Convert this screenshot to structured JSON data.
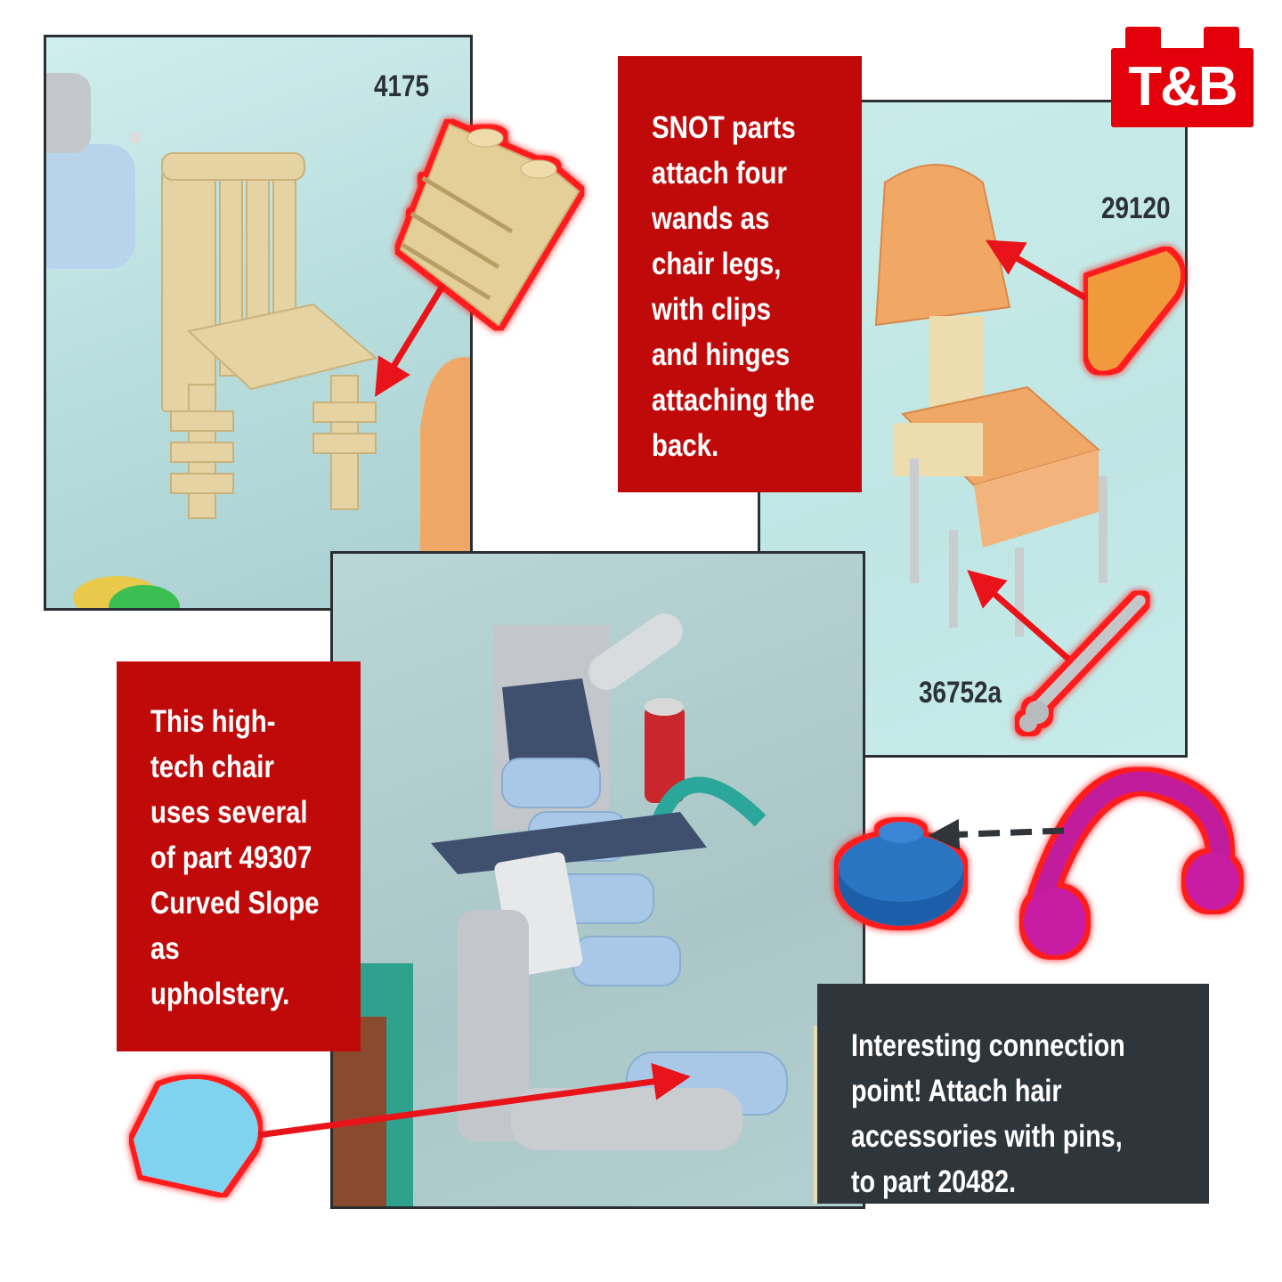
{
  "logo": {
    "text": "T&B",
    "color": "#e3000b"
  },
  "panels": {
    "wooden_chair": {
      "part_number": "4175"
    },
    "orange_chair": {
      "part_numbers": [
        "29120",
        "36752a"
      ]
    },
    "hightech_chair": {}
  },
  "callouts": {
    "snot": "SNOT parts\nattach four\nwands as\nchair legs,\nwith clips\nand hinges\nattaching the\nback.",
    "hightech": "This high-\ntech chair\nuses several\nof part 49307\nCurved Slope\nas\nupholstery.",
    "connection": "Interesting connection\npoint! Attach hair\naccessories with pins,\nto part 20482."
  },
  "colors": {
    "callout_red": "#c00a0a",
    "callout_dark": "#2e353b",
    "arrow": "#e8141a",
    "border": "#2b2f33"
  }
}
